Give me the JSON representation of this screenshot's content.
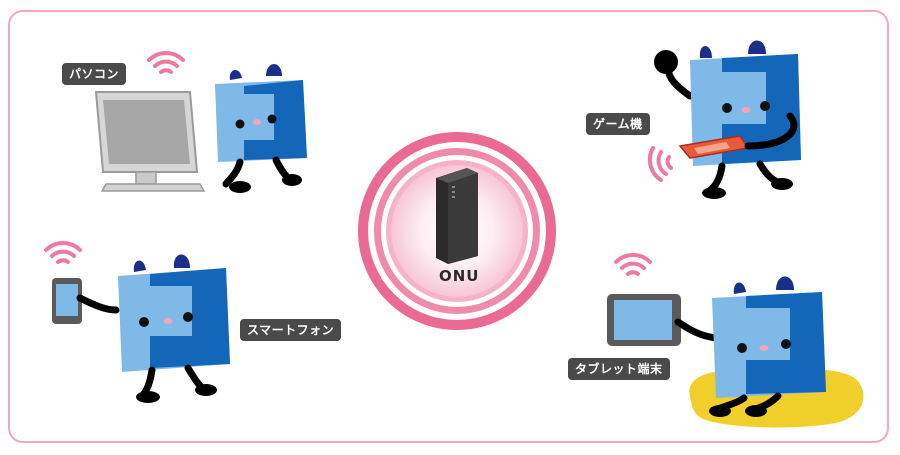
{
  "center": {
    "label": "ONU"
  },
  "devices": {
    "pc": {
      "label": "パソコン"
    },
    "game": {
      "label": "ゲーム機"
    },
    "phone": {
      "label": "スマートフォン"
    },
    "tablet": {
      "label": "タブレット端末"
    }
  },
  "colors": {
    "frame": "#f2a8c4",
    "ring": "#ea6a93",
    "wifi": "#ef7aa0",
    "mascot_light": "#7fb9e8",
    "mascot_dark": "#1466b8",
    "mascot_ear": "#1b2f8a",
    "cushion": "#f1cf2b",
    "tag_bg": "#4a4a4a"
  }
}
